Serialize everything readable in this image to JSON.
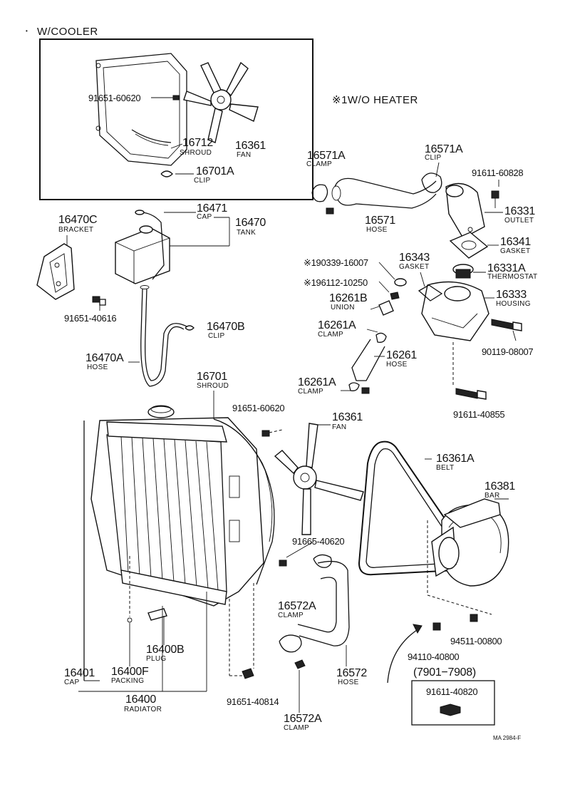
{
  "title_wcooler": "W/COOLER",
  "title_heater": "※1W/O HEATER",
  "range": "(7901−7908)",
  "footer": "MA  2984-F",
  "parts": {
    "p91651_60620_top": "91651-60620",
    "p16712": "16712",
    "shroud_top": "SHROUD",
    "p16361_top": "16361",
    "fan_top": "FAN",
    "p16701A": "16701A",
    "clip_top": "CLIP",
    "p16470C": "16470C",
    "bracket": "BRACKET",
    "p91651_40616": "91651-40616",
    "p16471": "16471",
    "cap_tank": "CAP",
    "p16470": "16470",
    "tank": "TANK",
    "p16470B": "16470B",
    "clip_b": "CLIP",
    "p16470A": "16470A",
    "hose_a": "HOSE",
    "p16571A_l": "16571A",
    "clamp_l": "CLAMP",
    "p16571A_r": "16571A",
    "clip_r": "CLIP",
    "p91611_60828": "91611-60828",
    "p16571": "16571",
    "hose_571": "HOSE",
    "p16331": "16331",
    "outlet": "OUTLET",
    "p16341": "16341",
    "gasket_341": "GASKET",
    "p190339": "※190339-16007",
    "p16343": "16343",
    "gasket_343": "GASKET",
    "p16331A": "16331A",
    "thermostat": "THERMOSTAT",
    "p196112": "※196112-10250",
    "p16261B": "16261B",
    "union": "UNION",
    "p16333": "16333",
    "housing": "HOUSING",
    "p16261A_t": "16261A",
    "clamp_261t": "CLAMP",
    "p16261": "16261",
    "hose_261": "HOSE",
    "p90119_08007": "90119-08007",
    "p16261A_b": "16261A",
    "clamp_261b": "CLAMP",
    "p91611_40855": "91611-40855",
    "p16701": "16701",
    "shroud_main": "SHROUD",
    "p91651_60620_mid": "91651-60620",
    "p16361_mid": "16361",
    "fan_mid": "FAN",
    "p16361A": "16361A",
    "belt": "BELT",
    "p16381": "16381",
    "bar": "BAR",
    "p91665_40620": "91665-40620",
    "p16572A_t": "16572A",
    "clamp_572t": "CLAMP",
    "p16400B": "16400B",
    "plug": "PLUG",
    "p94511_00800": "94511-00800",
    "p94110_40800": "94110-40800",
    "p16401": "16401",
    "cap_rad": "CAP",
    "p16400F": "16400F",
    "packing": "PACKING",
    "p16400": "16400",
    "radiator": "RADIATOR",
    "p16572": "16572",
    "hose_572": "HOSE",
    "p91651_40814": "91651-40814",
    "p16572A_b": "16572A",
    "clamp_572b": "CLAMP",
    "p91611_40820": "91611-40820"
  }
}
